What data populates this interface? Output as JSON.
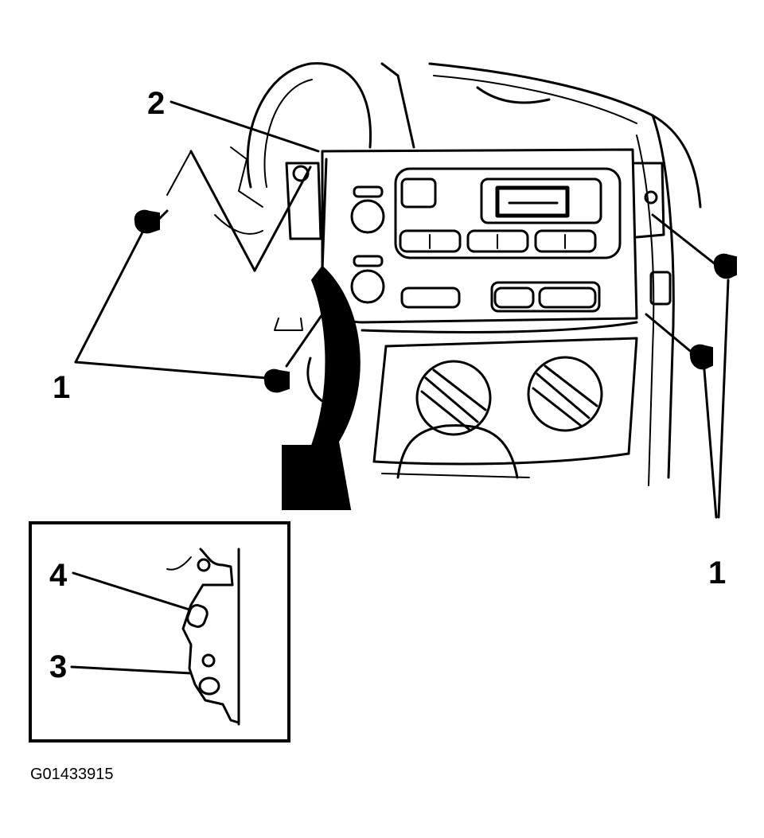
{
  "callouts": {
    "screws": "1",
    "bezel": "2",
    "detail_lower": "3",
    "detail_upper": "4"
  },
  "figure_id": "G01433915",
  "colors": {
    "ink": "#000000",
    "paper": "#ffffff"
  }
}
